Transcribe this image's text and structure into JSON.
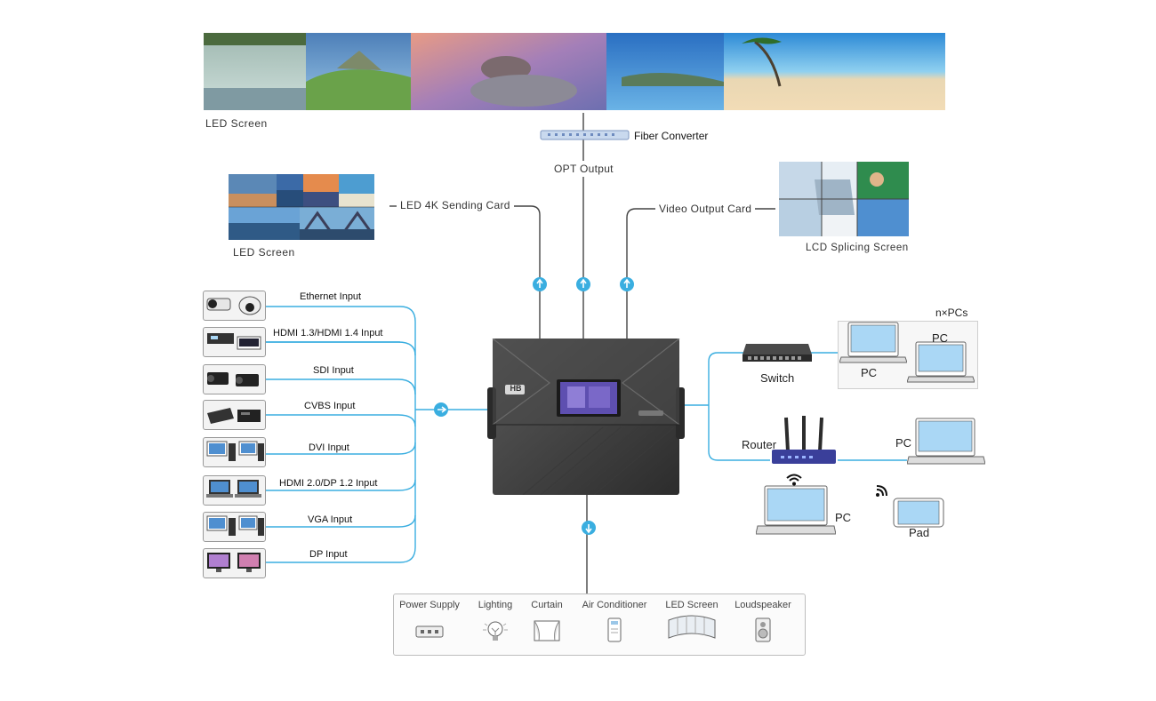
{
  "top_screen": {
    "label": "LED Screen"
  },
  "fiber_converter": {
    "label": "Fiber Converter"
  },
  "opt_output": {
    "label": "OPT Output"
  },
  "left_screen": {
    "label": "LED Screen"
  },
  "sending_card": {
    "label": "LED  4K Sending Card"
  },
  "video_output_card": {
    "label": "Video Output Card"
  },
  "lcd_splicing": {
    "label": "LCD Splicing Screen"
  },
  "processor_badge": "HB",
  "inputs": [
    {
      "label": "Ethernet Input",
      "icon": "camera-icon"
    },
    {
      "label": "HDMI 1.3/HDMI 1.4  Input",
      "icon": "hdmi-device-icon"
    },
    {
      "label": "SDI Input",
      "icon": "camcorder-icon"
    },
    {
      "label": "CVBS Input",
      "icon": "cvbs-device-icon"
    },
    {
      "label": "DVI Input",
      "icon": "desktop-pc-icon"
    },
    {
      "label": "HDMI 2.0/DP 1.2 Input",
      "icon": "laptop-icon"
    },
    {
      "label": "VGA Input",
      "icon": "desktop-pc-icon"
    },
    {
      "label": "DP Input",
      "icon": "monitor-icon"
    }
  ],
  "network": {
    "switch_label": "Switch",
    "router_label": "Router",
    "npcs_label": "n×PCs",
    "pc_label_1": "PC",
    "pc_label_2": "PC",
    "pc_label_3": "PC",
    "pc_label_4": "PC",
    "pad_label": "Pad"
  },
  "controls": [
    {
      "label": "Power Supply",
      "icon": "power-strip-icon"
    },
    {
      "label": "Lighting",
      "icon": "light-bulb-icon"
    },
    {
      "label": "Curtain",
      "icon": "curtain-icon"
    },
    {
      "label": "Air Conditioner",
      "icon": "air-conditioner-icon"
    },
    {
      "label": "LED Screen",
      "icon": "curved-led-screen-icon"
    },
    {
      "label": "Loudspeaker",
      "icon": "loudspeaker-icon"
    }
  ],
  "colors": {
    "line_blue": "#3aaee0",
    "line_dark": "#444444",
    "screen_blue": "#aad7f5",
    "router_blue": "#3a3f9a"
  }
}
